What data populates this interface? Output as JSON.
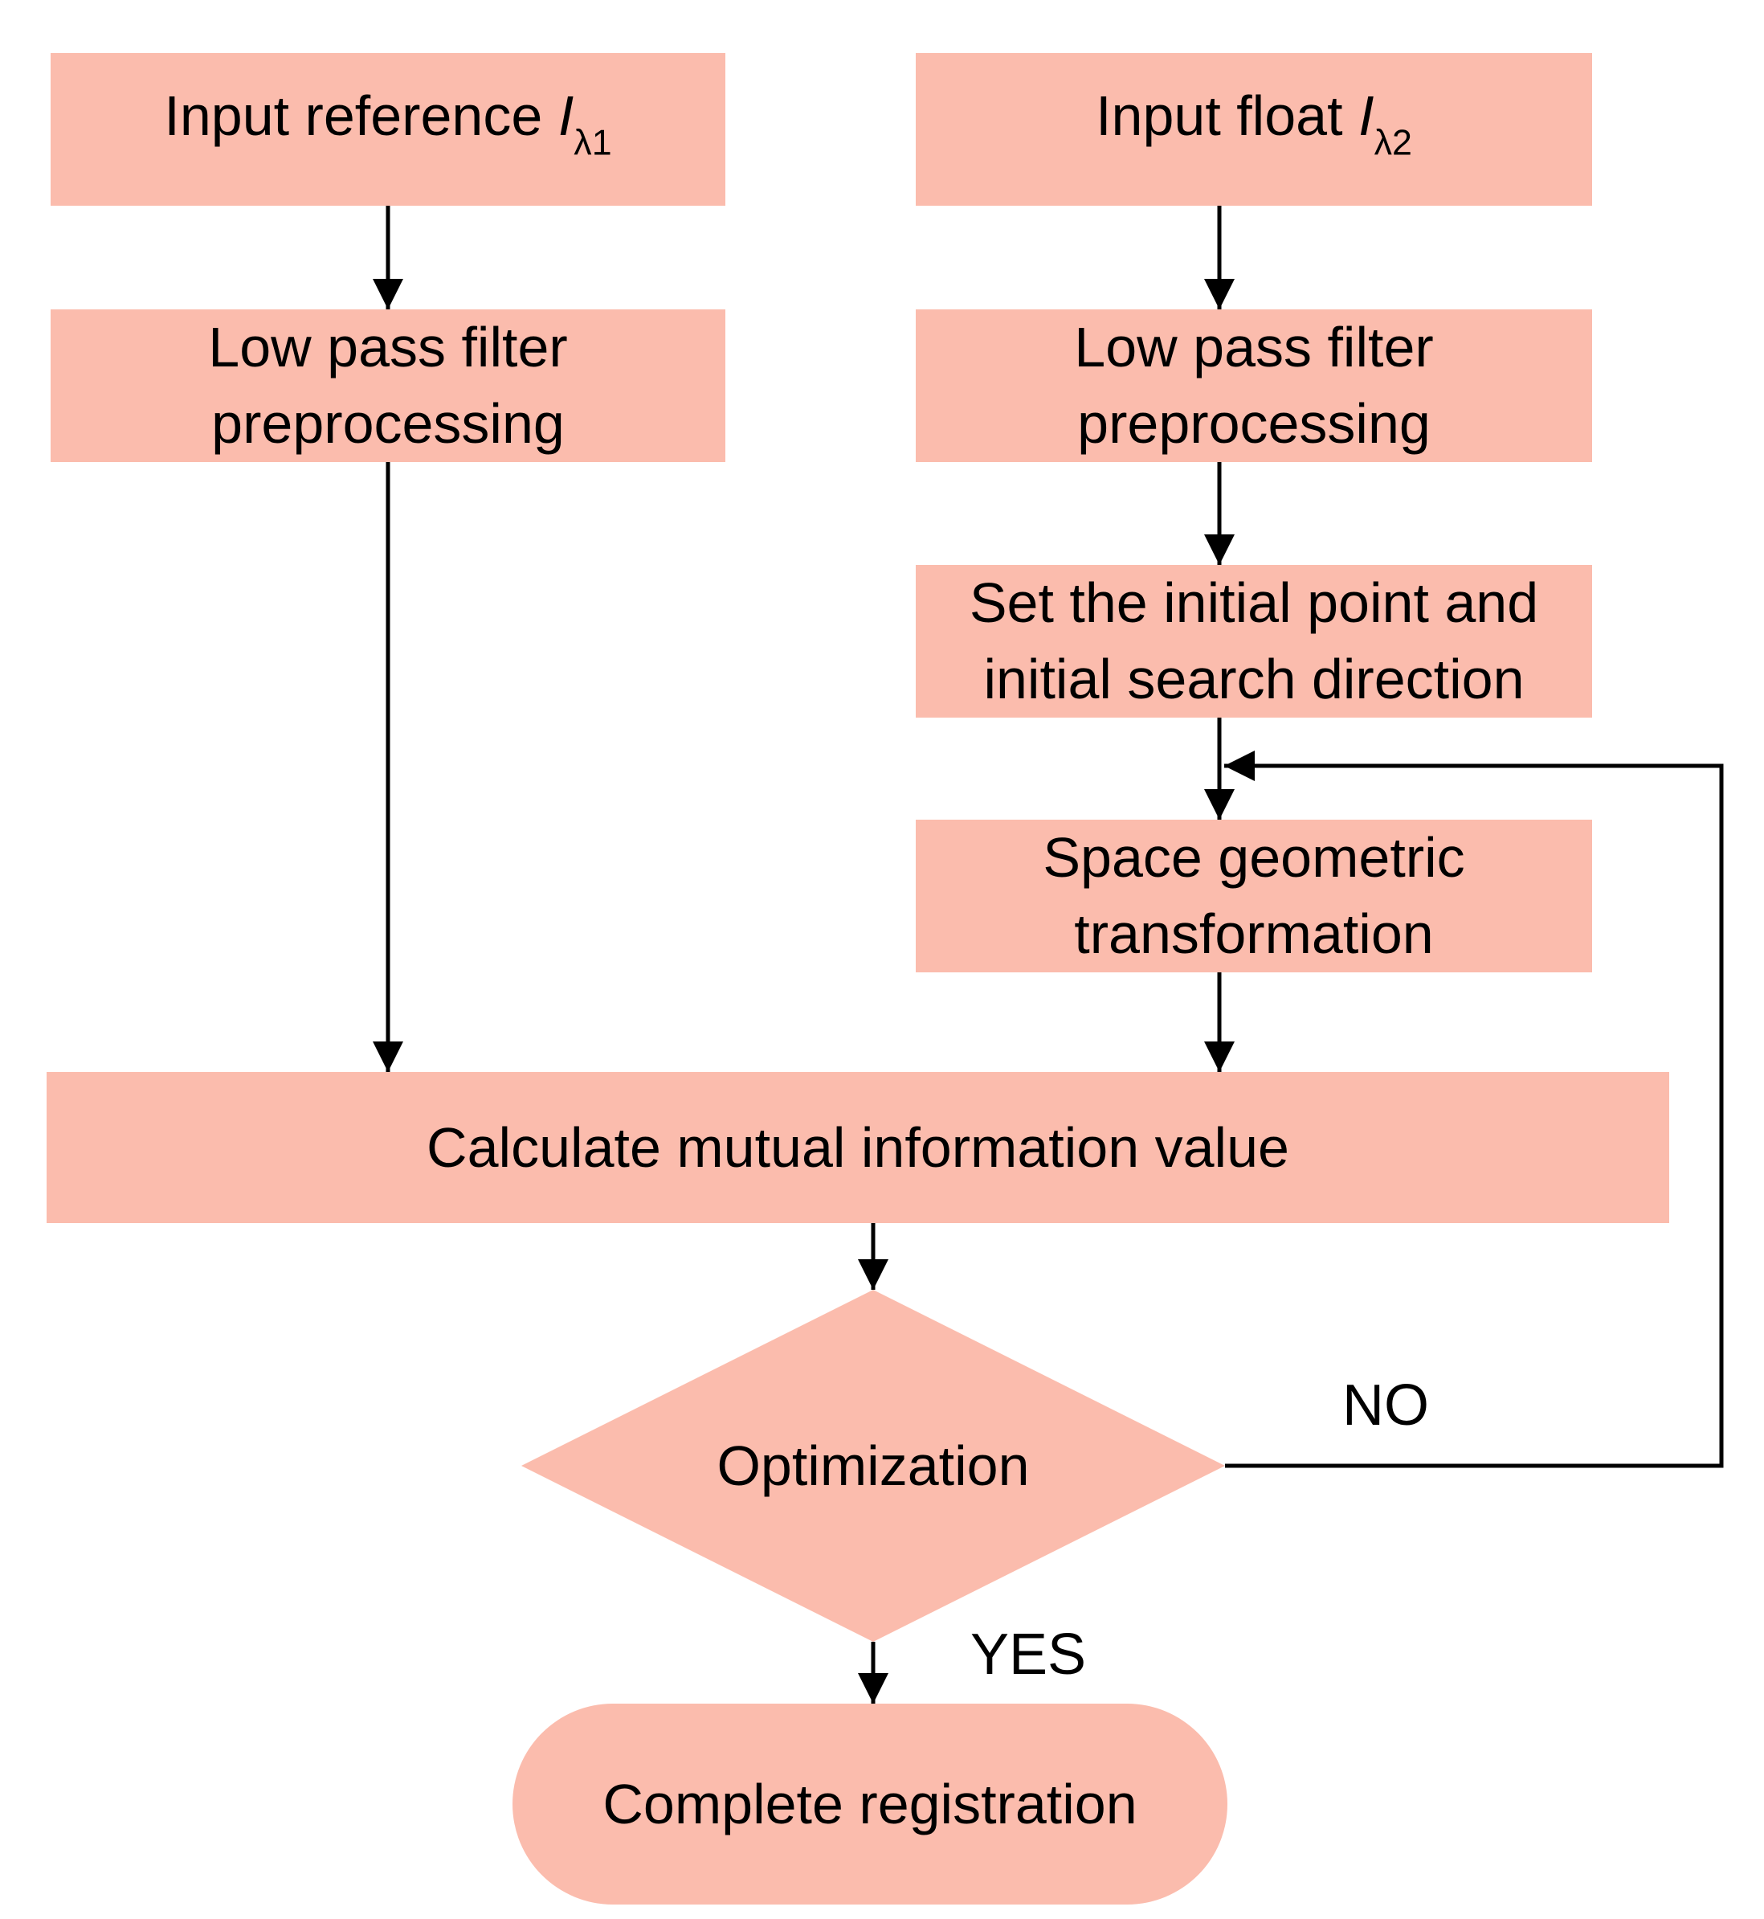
{
  "colors": {
    "node_fill": "#FBBCAD",
    "line": "#000000",
    "text": "#000000",
    "background": "#FFFFFF"
  },
  "nodes": {
    "input_reference": {
      "label": "Input reference",
      "symbol": "I",
      "subscript": "λ1"
    },
    "input_float": {
      "label": "Input float",
      "symbol": "I",
      "subscript": "λ2"
    },
    "lowpass_left": {
      "line1": "Low pass filter",
      "line2": "preprocessing"
    },
    "lowpass_right": {
      "line1": "Low pass filter",
      "line2": "preprocessing"
    },
    "set_initial": {
      "line1": "Set the initial point and",
      "line2": "initial search direction"
    },
    "space_transform": {
      "line1": "Space geometric",
      "line2": "transformation"
    },
    "calc_mutual_info": {
      "label": "Calculate mutual information value"
    },
    "optimization": {
      "label": "Optimization"
    },
    "complete_registration": {
      "label": "Complete registration"
    }
  },
  "edge_labels": {
    "no": "NO",
    "yes": "YES"
  }
}
